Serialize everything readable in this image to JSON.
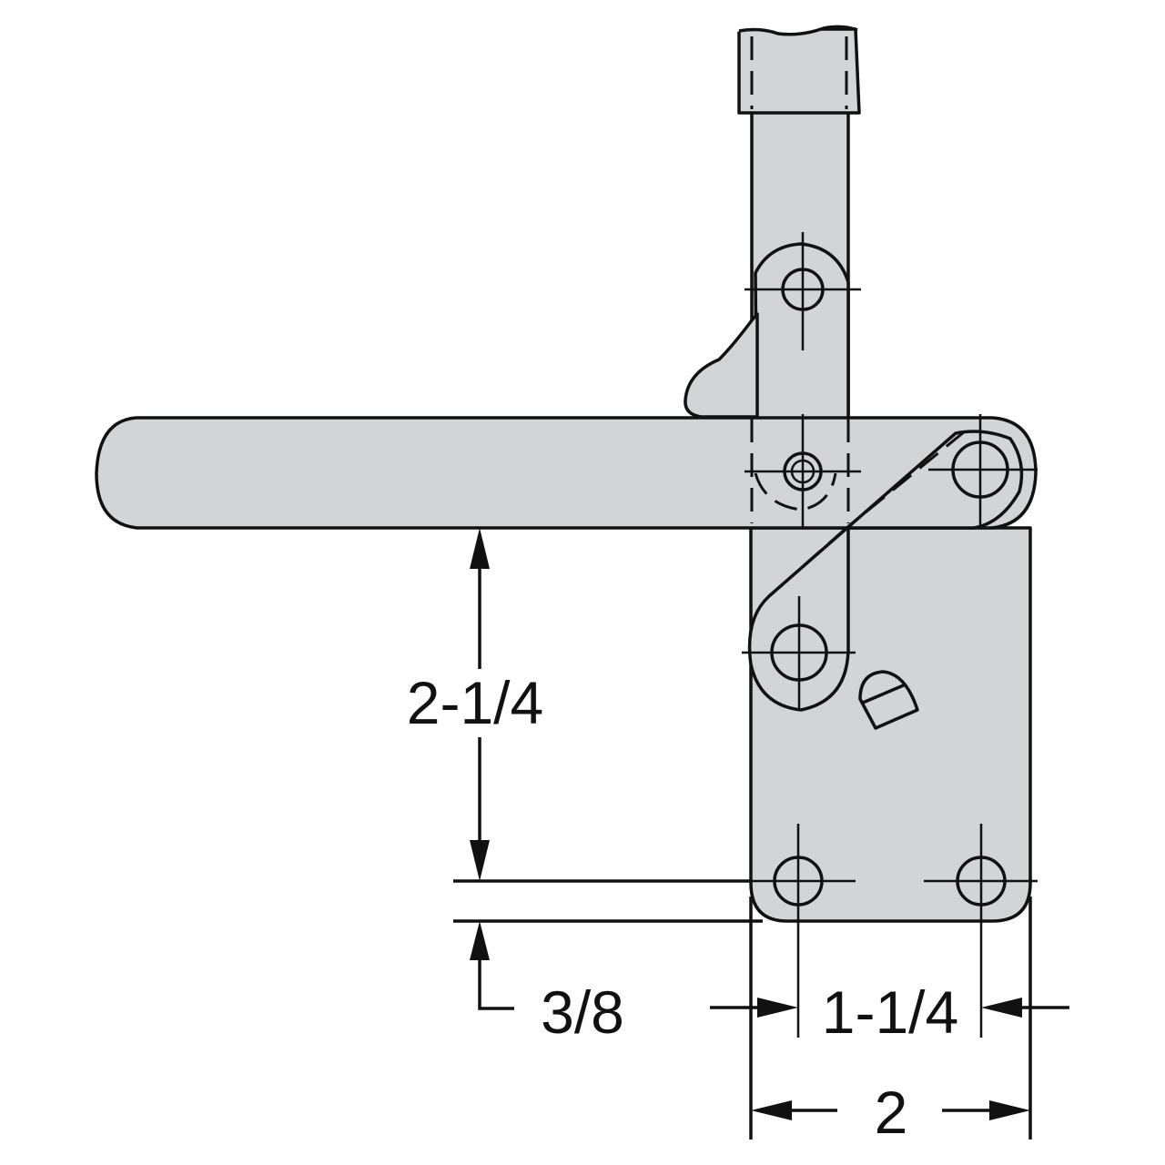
{
  "dimensions": {
    "height_upper": "2-1/4",
    "height_lower": "3/8",
    "hole_spacing": "1-1/4",
    "base_width": "2"
  },
  "colors": {
    "part_fill": "#d3d4d6",
    "line": "#111111",
    "background": "#ffffff"
  }
}
